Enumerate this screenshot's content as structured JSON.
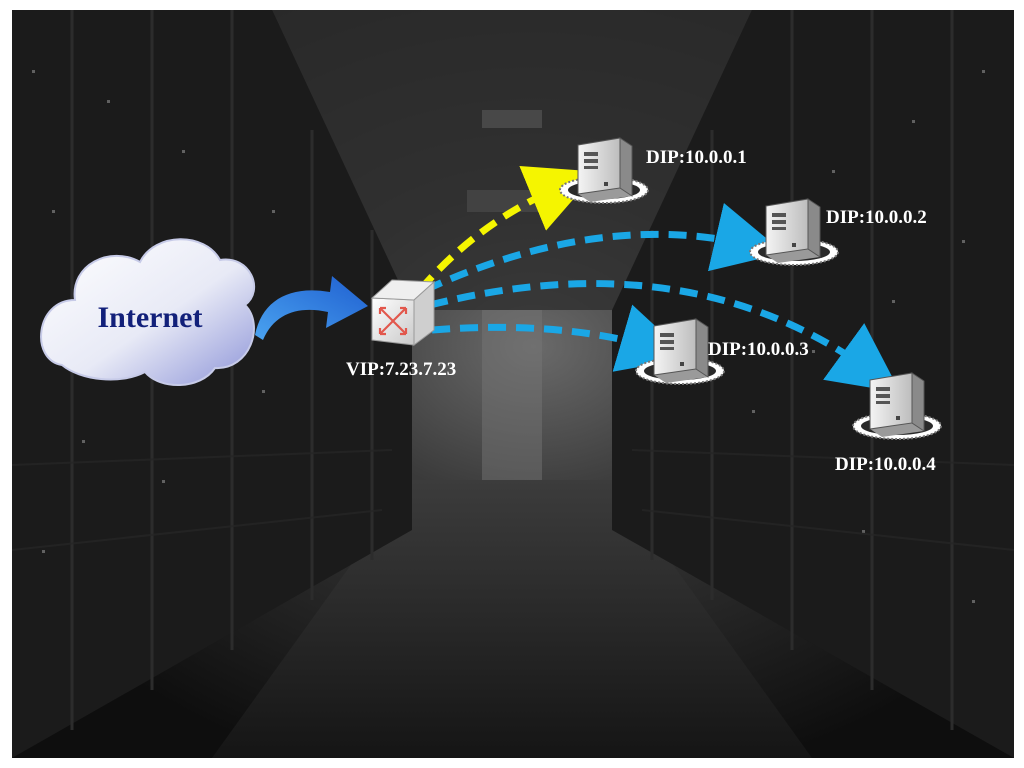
{
  "internet": {
    "label": "Internet",
    "icon": "cloud-icon"
  },
  "load_balancer": {
    "label": "VIP:7.23.7.23",
    "icon": "switch-icon"
  },
  "servers": [
    {
      "id": "server-1",
      "label": "DIP:10.0.0.1",
      "icon": "server-icon",
      "link_color": "#f5f500"
    },
    {
      "id": "server-2",
      "label": "DIP:10.0.0.2",
      "icon": "server-icon",
      "link_color": "#1aa7e6"
    },
    {
      "id": "server-3",
      "label": "DIP:10.0.0.3",
      "icon": "server-icon",
      "link_color": "#1aa7e6"
    },
    {
      "id": "server-4",
      "label": "DIP:10.0.0.4",
      "icon": "server-icon",
      "link_color": "#1aa7e6"
    }
  ],
  "colors": {
    "active_link": "#f5f500",
    "standby_link": "#1aa7e6",
    "inbound_arrow": "#2f7fe0",
    "background": "#1a1a1a"
  }
}
